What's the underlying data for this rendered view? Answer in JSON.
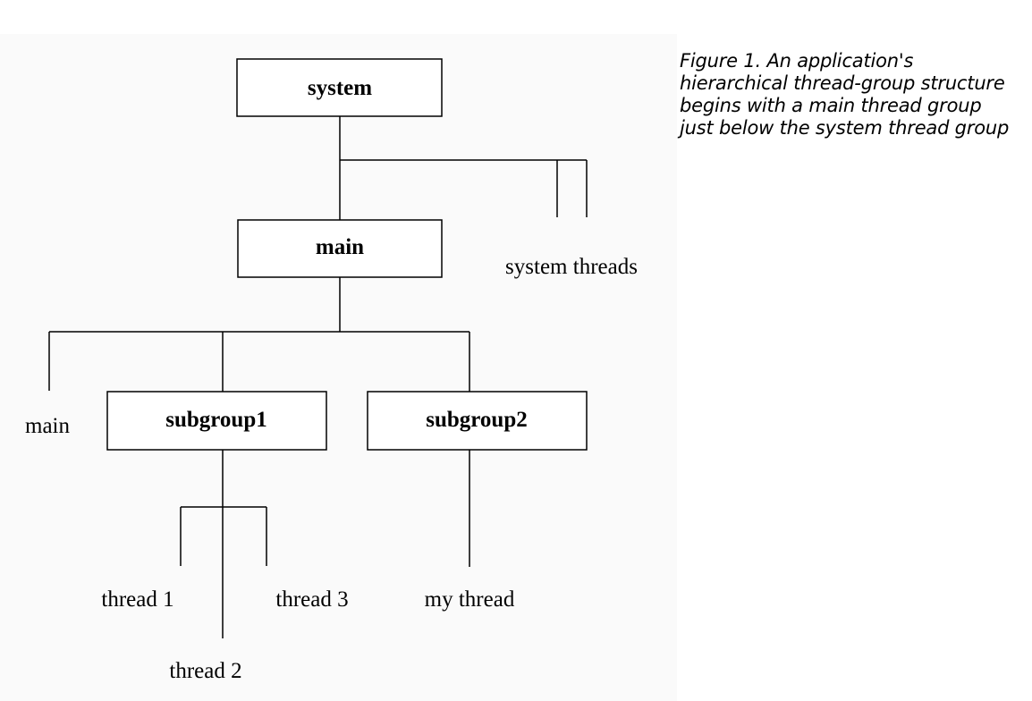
{
  "diagram": {
    "nodes": {
      "system": "system",
      "main": "main",
      "subgroup1": "subgroup1",
      "subgroup2": "subgroup2"
    },
    "leaves": {
      "system_threads": "system threads",
      "main_thread": "main",
      "thread1": "thread 1",
      "thread2": "thread 2",
      "thread3": "thread 3",
      "my_thread": "my thread"
    }
  },
  "caption": "Figure 1. An application's hierarchical thread-group structure begins with a main thread group just below the system thread group"
}
